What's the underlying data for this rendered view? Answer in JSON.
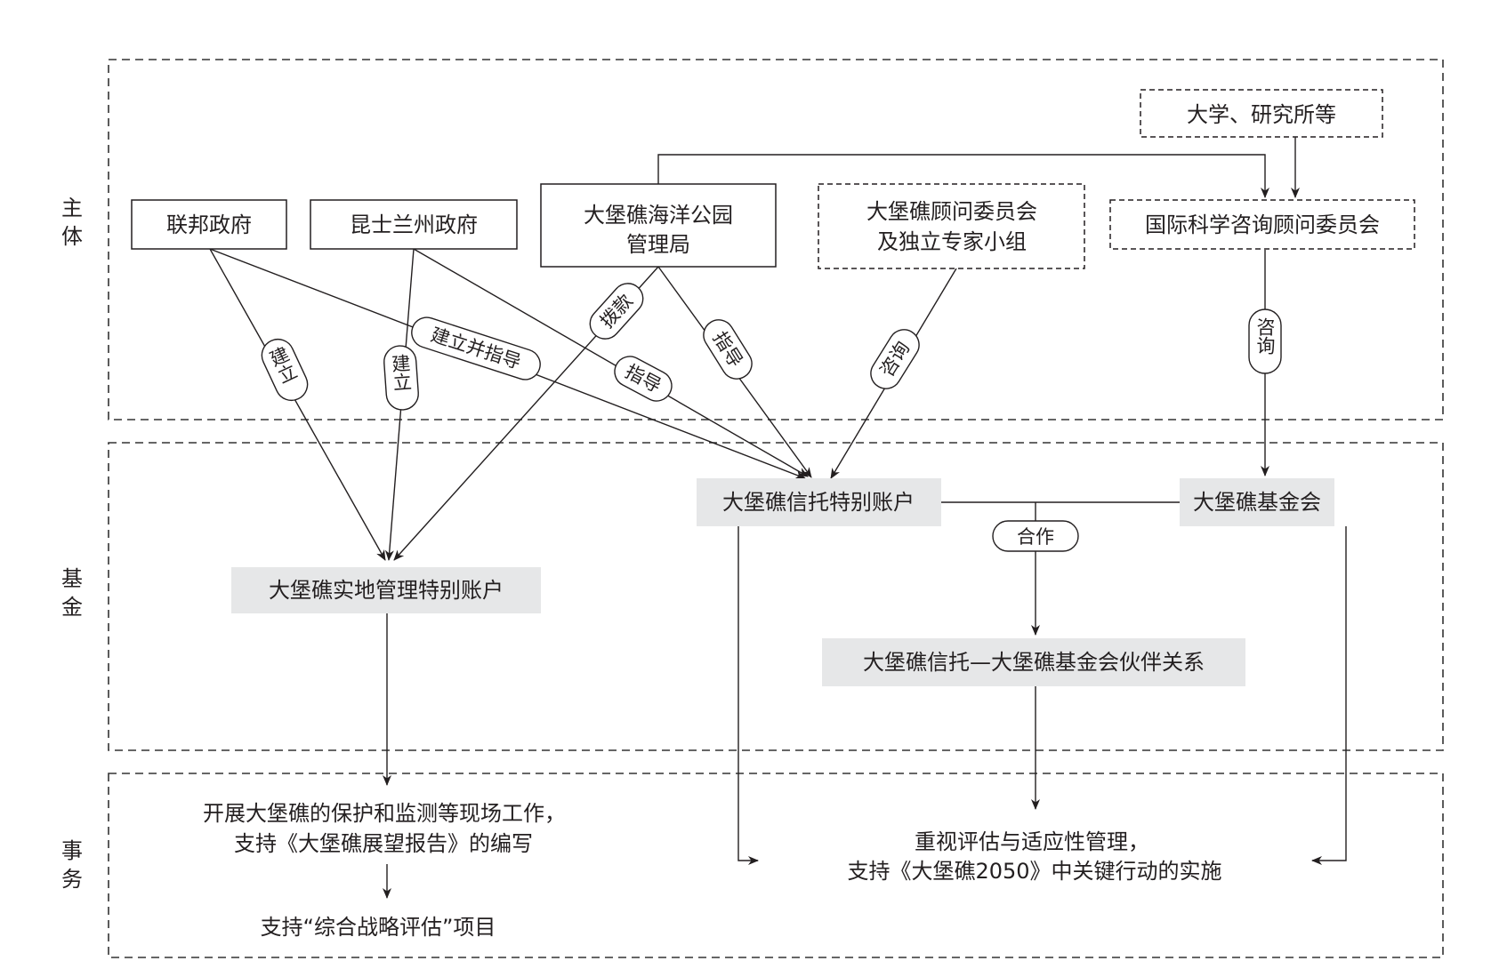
{
  "sections": {
    "subject": [
      "主",
      "体"
    ],
    "fund": [
      "基",
      "金"
    ],
    "affairs": [
      "事",
      "务"
    ]
  },
  "nodes": {
    "federal": "联邦政府",
    "queensland": "昆士兰州政府",
    "gbrmpa": [
      "大堡礁海洋公园",
      "管理局"
    ],
    "advisory": [
      "大堡礁顾问委员会",
      "及独立专家小组"
    ],
    "universities": "大学、研究所等",
    "intl_committee": "国际科学咨询顾问委员会",
    "trust_account": "大堡礁信托特别账户",
    "foundation": "大堡礁基金会",
    "field_account": "大堡礁实地管理特别账户",
    "partnership": "大堡礁信托—大堡礁基金会伙伴关系"
  },
  "edge_labels": {
    "establish_1": "建立",
    "establish_2": "建立",
    "establish_guide": "建立并指导",
    "guide_1": "指导",
    "allocate": "拨款",
    "guide_2": "指导",
    "consult_1": "咨询",
    "consult_2": "咨询",
    "cooperate": "合作"
  },
  "affairs": {
    "field_work": [
      "开展大堡礁的保护和监测等现场工作，",
      "支持《大堡礁展望报告》的编写"
    ],
    "assessment": "支持“综合战略评估”项目",
    "evaluation": [
      "重视评估与适应性管理，",
      "支持《大堡礁2050》中关键行动的实施"
    ]
  }
}
